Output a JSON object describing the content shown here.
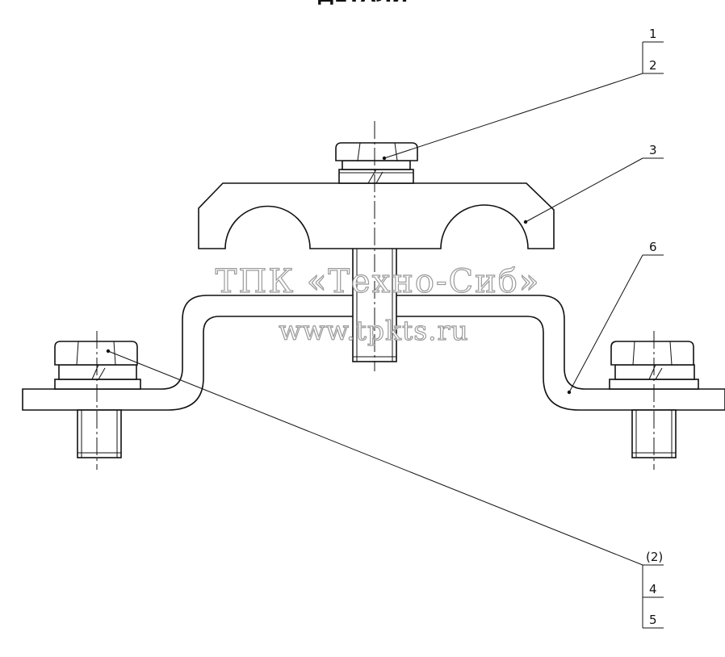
{
  "title": "ДЕТАЛИ",
  "callouts": {
    "top_stack": [
      "1",
      "2"
    ],
    "clamp": "3",
    "bracket": "6",
    "bottom_stack": [
      "(2)",
      "4",
      "5"
    ]
  },
  "watermark": {
    "line1": "ТПК «Техно-Сиб»",
    "line2": "www.tpkts.ru"
  }
}
